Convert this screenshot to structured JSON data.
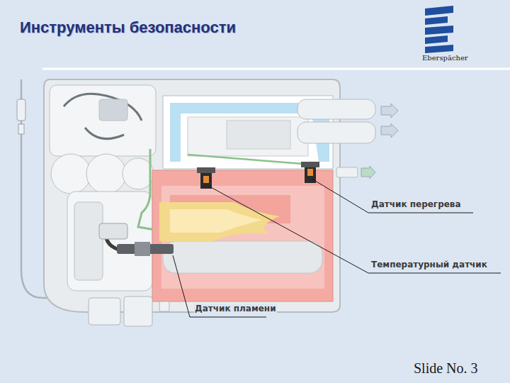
{
  "diagram": {
    "title": "Инструменты безопасности",
    "labels": [
      "Eberspächer",
      "Датчик перегрева",
      "Температурный датчик",
      "Датчик пламени",
      "Slide No. 3"
    ]
  }
}
